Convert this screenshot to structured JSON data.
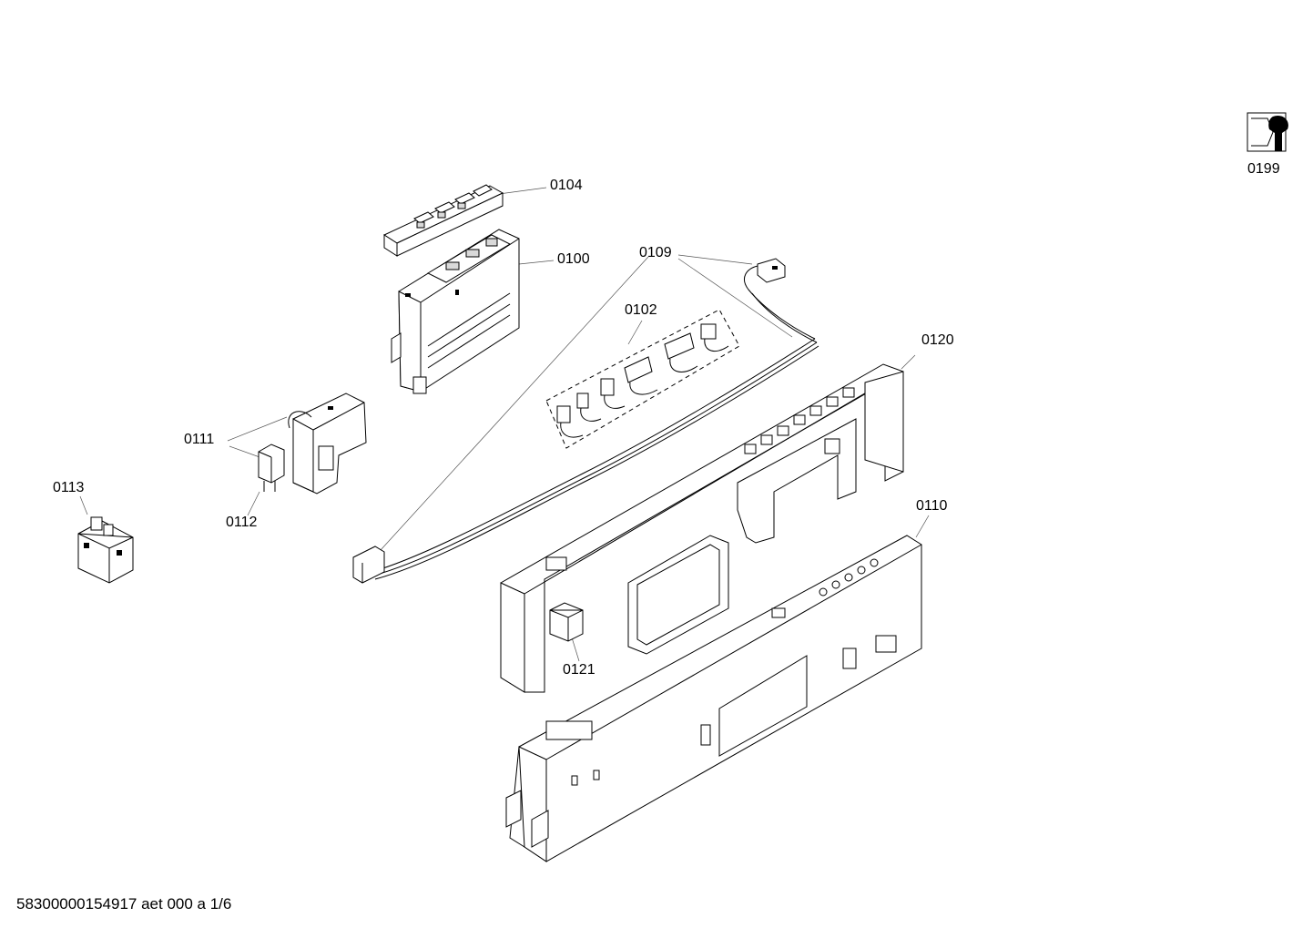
{
  "diagram": {
    "parts": [
      {
        "id": "0104"
      },
      {
        "id": "0100"
      },
      {
        "id": "0109"
      },
      {
        "id": "0102"
      },
      {
        "id": "0120"
      },
      {
        "id": "0111"
      },
      {
        "id": "0112"
      },
      {
        "id": "0113"
      },
      {
        "id": "0110"
      },
      {
        "id": "0121"
      },
      {
        "id": "0199"
      }
    ],
    "footer": "58300000154917 aet 000 a 1/6"
  }
}
